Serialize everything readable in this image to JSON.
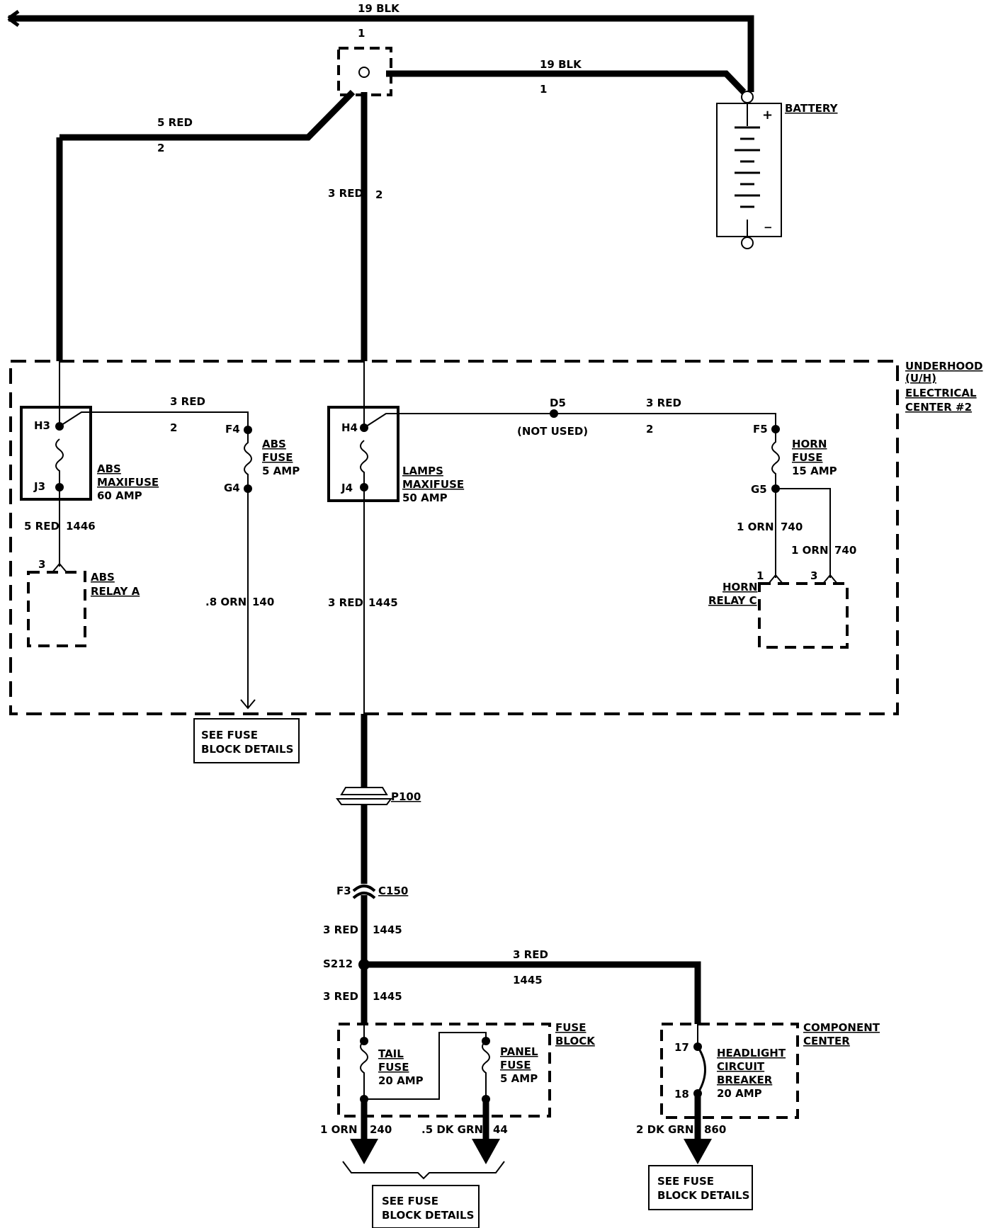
{
  "wires": {
    "top_gauge": "19 BLK",
    "top_circuit": "1",
    "batt_gauge": "19 BLK",
    "batt_circuit": "1",
    "left_gauge": "5 RED",
    "left_circuit": "2",
    "center_gauge": "3 RED",
    "center_circuit": "2",
    "abs_link_gauge": "3 RED",
    "abs_link_circuit": "2",
    "horn_link_gauge": "3 RED",
    "horn_link_circuit": "2",
    "abs_out_gauge": "5 RED",
    "abs_out_circuit": "1446",
    "abs_fuse_out_gauge": ".8 ORN",
    "abs_fuse_out_circuit": "140",
    "lamps_out_gauge": "3 RED",
    "lamps_out_circuit": "1445",
    "horn_a_gauge": "1 ORN",
    "horn_a_circuit": "740",
    "horn_b_gauge": "1 ORN",
    "horn_b_circuit": "740",
    "c150_out_gauge": "3 RED",
    "c150_out_circuit": "1445",
    "s212_right_gauge": "3 RED",
    "s212_right_circuit": "1445",
    "s212_down_gauge": "3 RED",
    "s212_down_circuit": "1445",
    "tail_out_gauge": "1 ORN",
    "tail_out_circuit": "240",
    "panel_out_gauge": ".5 DK GRN",
    "panel_out_circuit": "44",
    "hl_out_gauge": "2 DK GRN",
    "hl_out_circuit": "860"
  },
  "components": {
    "battery": "BATTERY",
    "battery_plus": "+",
    "battery_minus": "−",
    "junction_label": "1",
    "uh_center": [
      "UNDERHOOD",
      "(U/H)",
      "ELECTRICAL",
      "CENTER #2"
    ],
    "abs_maxifuse": [
      "ABS",
      "MAXIFUSE",
      "60 AMP"
    ],
    "abs_fuse": [
      "ABS",
      "FUSE",
      "5 AMP"
    ],
    "lamps_maxifuse": [
      "LAMPS",
      "MAXIFUSE",
      "50 AMP"
    ],
    "horn_fuse": [
      "HORN",
      "FUSE",
      "15 AMP"
    ],
    "abs_relay": [
      "ABS",
      "RELAY A"
    ],
    "horn_relay": [
      "HORN",
      "RELAY C"
    ],
    "not_used": "(NOT USED)",
    "p100": "P100",
    "c150": "C150",
    "s212": "S212",
    "fuse_block": [
      "FUSE",
      "BLOCK"
    ],
    "tail_fuse": [
      "TAIL",
      "FUSE",
      "20 AMP"
    ],
    "panel_fuse": [
      "PANEL",
      "FUSE",
      "5 AMP"
    ],
    "component_center": [
      "COMPONENT",
      "CENTER"
    ],
    "headlight_cb": [
      "HEADLIGHT",
      "CIRCUIT",
      "BREAKER",
      "20 AMP"
    ],
    "see_fuse_1": [
      "SEE FUSE",
      "BLOCK DETAILS"
    ],
    "see_fuse_2": [
      "SEE FUSE",
      "BLOCK DETAILS"
    ],
    "see_fuse_3": [
      "SEE FUSE",
      "BLOCK DETAILS"
    ]
  },
  "terminals": {
    "h3": "H3",
    "j3": "J3",
    "f4": "F4",
    "g4": "G4",
    "h4": "H4",
    "j4": "J4",
    "d5": "D5",
    "f5": "F5",
    "g5": "G5",
    "abs_relay_pin": "3",
    "horn_relay_pin1": "1",
    "horn_relay_pin3": "3",
    "f3": "F3",
    "pin17": "17",
    "pin18": "18"
  }
}
